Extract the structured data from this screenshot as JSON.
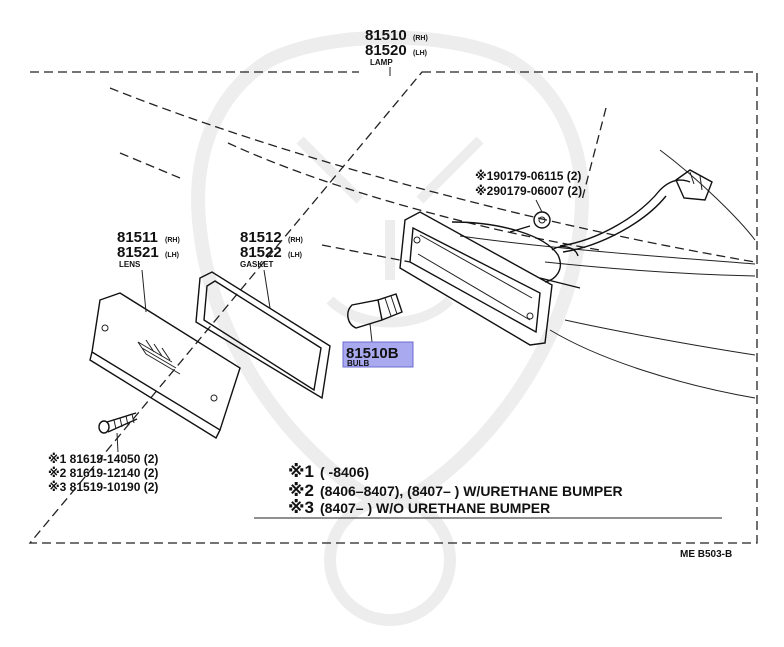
{
  "colors": {
    "line": "#111111",
    "highlight": "#a9a9f0",
    "watermark": "#e8e8e8"
  },
  "lamp": {
    "part_rh": "81510",
    "rh": "(RH)",
    "part_lh": "81520",
    "lh": "(LH)",
    "name": "LAMP"
  },
  "lens": {
    "part_rh": "81511",
    "rh": "(RH)",
    "part_lh": "81521",
    "lh": "(LH)",
    "name": "LENS"
  },
  "gasket": {
    "part_rh": "81512",
    "rh": "(RH)",
    "part_lh": "81522",
    "lh": "(LH)",
    "name": "GASKET"
  },
  "bulb": {
    "part": "81510B",
    "name": "BULB"
  },
  "nuts": [
    "※190179-06115 (2)",
    "※290179-06007 (2)"
  ],
  "screws": [
    "※1 81619-14050 (2)",
    "※2 81619-12140 (2)",
    "※3 81519-10190 (2)"
  ],
  "notes": [
    {
      "mark": "※1",
      "text": "(          -8406)"
    },
    {
      "mark": "※2",
      "text": "(8406–8407), (8407–          ) W/URETHANE BUMPER"
    },
    {
      "mark": "※3",
      "text": "(8407–          ) W/O URETHANE BUMPER"
    }
  ],
  "figure_code": "ME B503-B"
}
